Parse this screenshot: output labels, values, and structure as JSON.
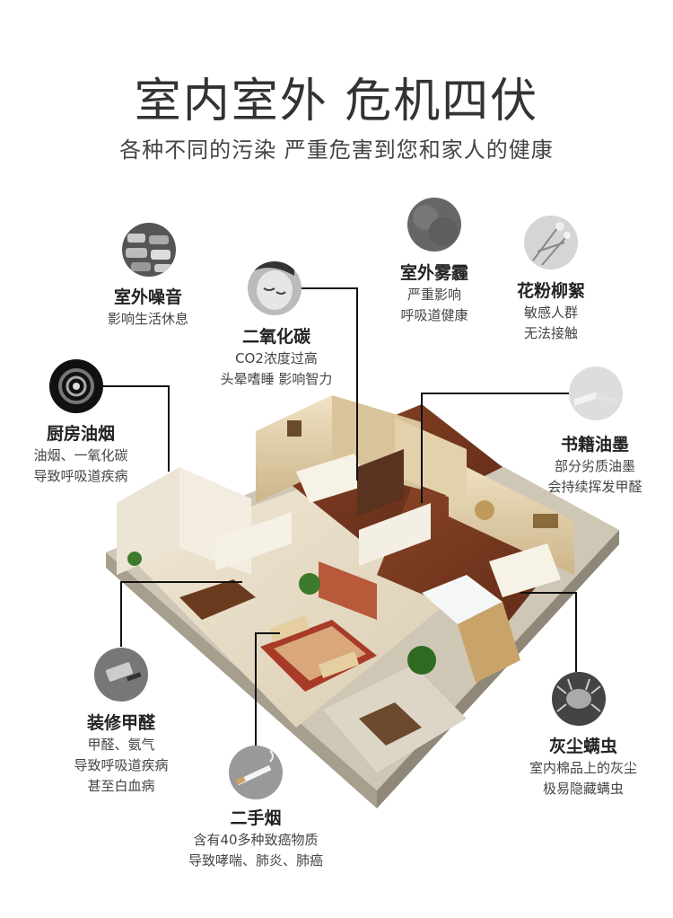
{
  "header": {
    "title": "室内室外 危机四伏",
    "subtitle": "各种不同的污染 严重危害到您和家人的健康"
  },
  "callouts": {
    "noise": {
      "name": "室外噪音",
      "desc1": "影响生活休息"
    },
    "co2": {
      "name": "二氧化碳",
      "desc1": "CO2浓度过高",
      "desc2": "头晕嗜睡 影响智力"
    },
    "smog": {
      "name": "室外雾霾",
      "desc1": "严重影响",
      "desc2": "呼吸道健康"
    },
    "pollen": {
      "name": "花粉柳絮",
      "desc1": "敏感人群",
      "desc2": "无法接触"
    },
    "kitchen": {
      "name": "厨房油烟",
      "desc1": "油烟、一氧化碳",
      "desc2": "导致呼吸道疾病"
    },
    "ink": {
      "name": "书籍油墨",
      "desc1": "部分劣质油墨",
      "desc2": "会持续挥发甲醛"
    },
    "decor": {
      "name": "装修甲醛",
      "desc1": "甲醛、氨气",
      "desc2": "导致呼吸道疾病",
      "desc3": "甚至白血病"
    },
    "smoke": {
      "name": "二手烟",
      "desc1": "含有40多种致癌物质",
      "desc2": "导致哮喘、肺炎、肺癌"
    },
    "mite": {
      "name": "灰尘螨虫",
      "desc1": "室内棉品上的灰尘",
      "desc2": "极易隐藏螨虫"
    }
  },
  "colors": {
    "leader_line": "#111111",
    "floor": "#7a3a22",
    "wall": "#e6d6b6"
  }
}
